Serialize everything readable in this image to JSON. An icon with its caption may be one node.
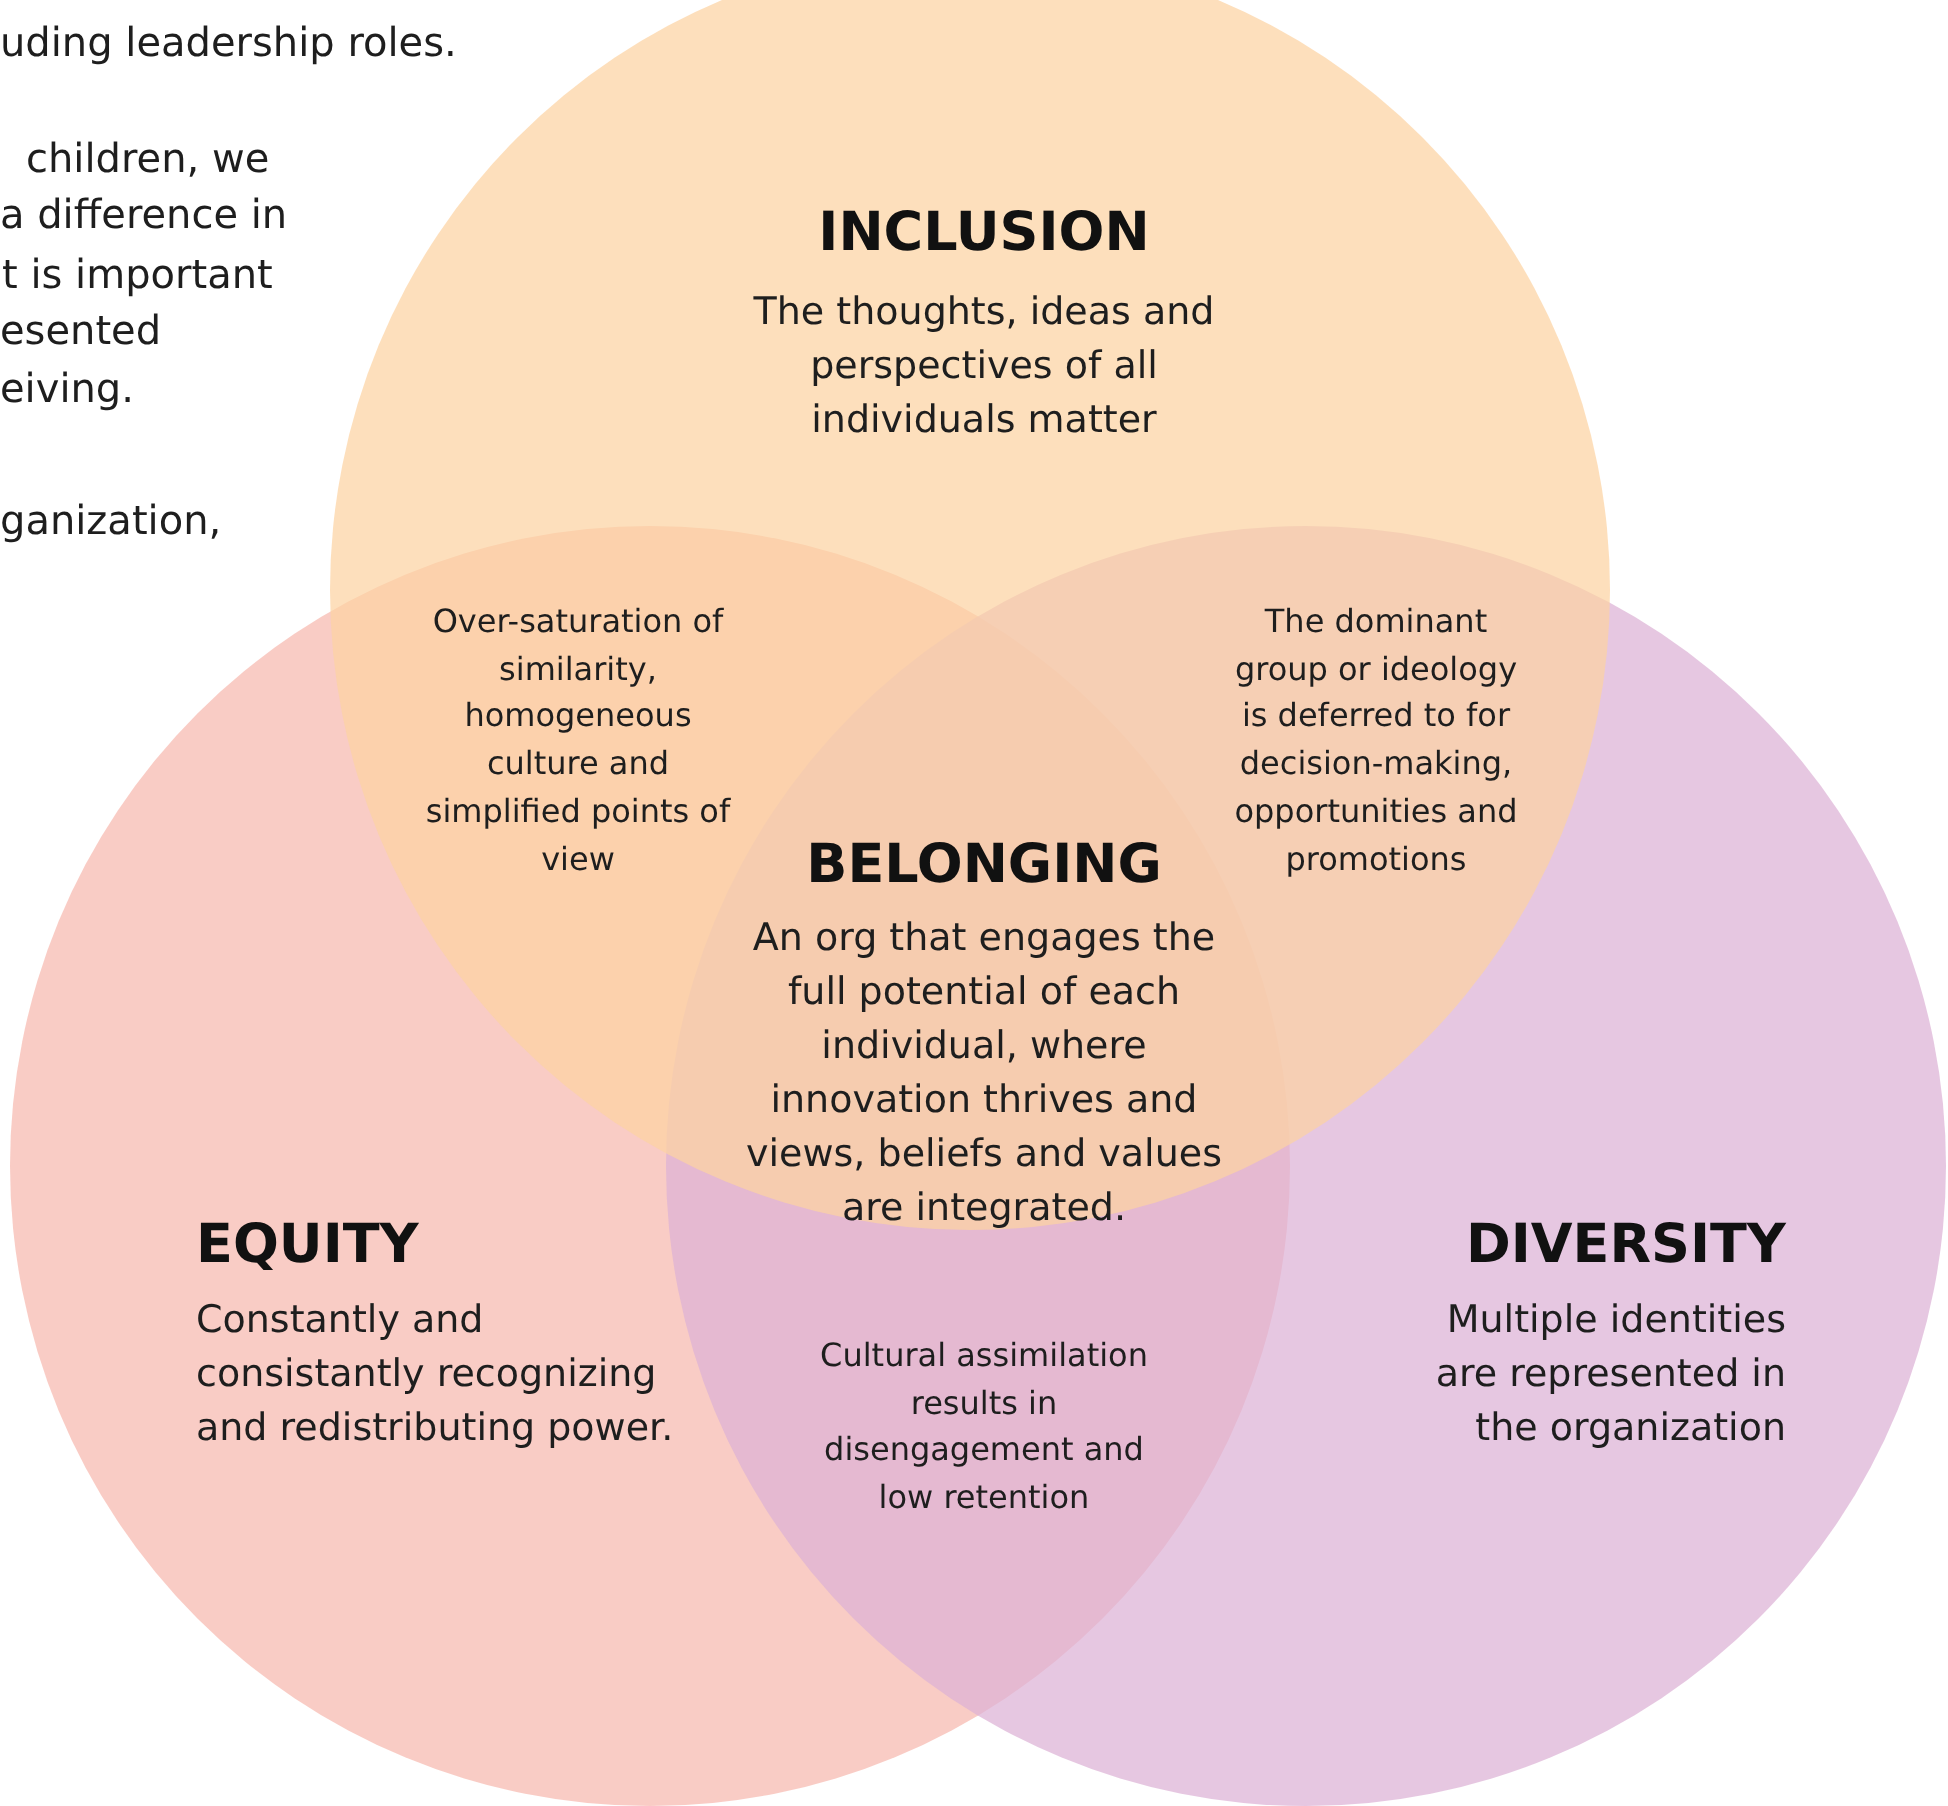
{
  "diagram": {
    "nodes": [
      {
        "text": [
          "EQUITY",
          "Constantly and consistantly recognizing and redistributing power."
        ]
      },
      {
        "text": [
          "DIVERSITY",
          "Multiple identities are represented in the organization"
        ]
      },
      {
        "text": [
          "INCLUSION",
          "The thoughts, ideas and perspectives of all individuals matter"
        ]
      }
    ],
    "labels": [
      "uding leadership roles.",
      "children, we",
      "a difference in",
      "t is important",
      "esented",
      "eiving.",
      "ganization,",
      "Over-saturation of similarity, homogeneous culture and simplified points of view",
      "The dominant group or ideology is deferred to for decision-making, opportunities and promotions",
      "BELONGING",
      "An org that engages the full potential of each individual, where innovation thrives and views, beliefs and values are integrated.",
      "Cultural assimilation results in disengagement and low retention"
    ]
  }
}
